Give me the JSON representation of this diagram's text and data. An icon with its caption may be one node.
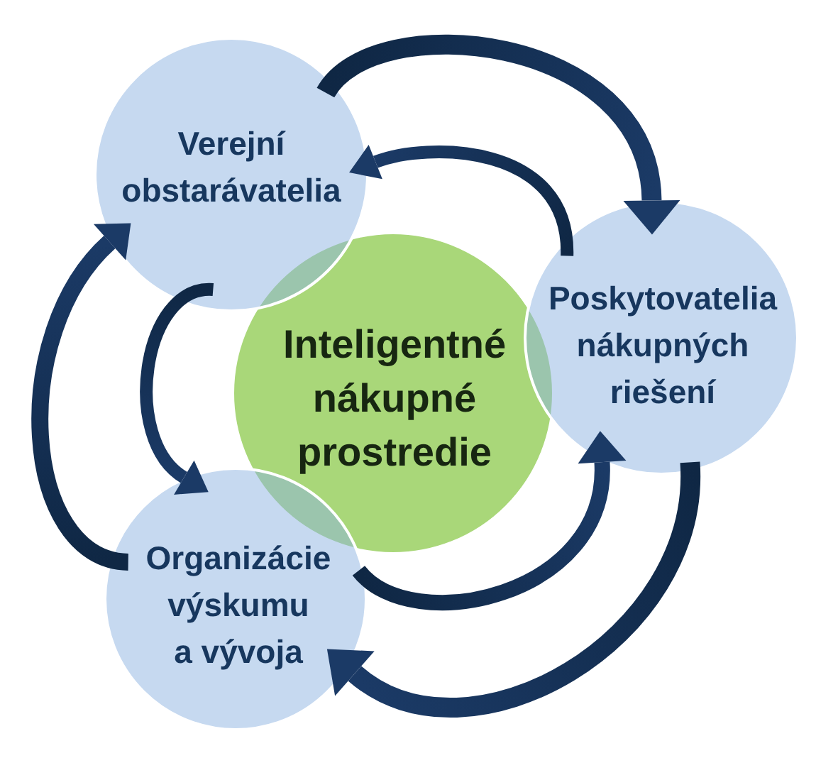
{
  "diagram": {
    "nodes": [
      {
        "text": [
          "Verejní obstarávatelia"
        ]
      },
      {
        "text": [
          "Inteligentné nákupné prostredie"
        ]
      },
      {
        "text": [
          "Poskytovatelia nákupných riešení"
        ]
      },
      {
        "text": [
          "Organizácie výskumu a vývoja"
        ]
      }
    ],
    "edges": [
      {
        "from": 0,
        "to": 2,
        "arrow": "to"
      },
      {
        "from": 2,
        "to": 0,
        "arrow": "to"
      },
      {
        "from": 2,
        "to": 3,
        "arrow": "to"
      },
      {
        "from": 3,
        "to": 2,
        "arrow": "to"
      },
      {
        "from": 3,
        "to": 0,
        "arrow": "to"
      },
      {
        "from": 0,
        "to": 3,
        "arrow": "to"
      }
    ]
  }
}
